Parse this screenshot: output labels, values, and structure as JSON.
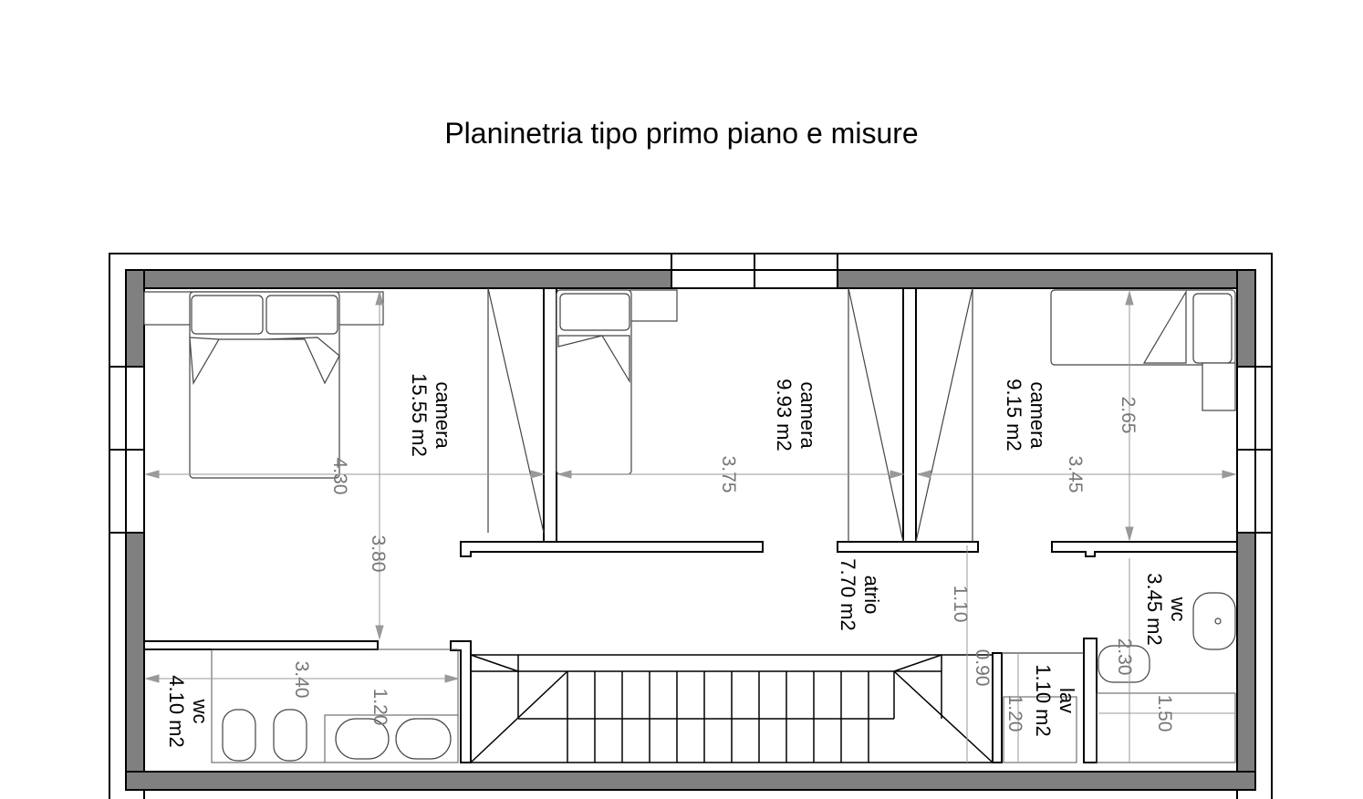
{
  "title": "Planinetria tipo primo piano e misure",
  "colors": {
    "wall_fill": "#808080",
    "line": "#000000",
    "dimension": "#999999"
  },
  "rooms": [
    {
      "name": "camera",
      "area": "15.55 m2"
    },
    {
      "name": "camera",
      "area": "9.93 m2"
    },
    {
      "name": "camera",
      "area": "9.15 m2"
    },
    {
      "name": "atrio",
      "area": "7.70 m2"
    },
    {
      "name": "wc",
      "area": "3.45 m2"
    },
    {
      "name": "lav",
      "area": "1.10 m2"
    },
    {
      "name": "wc",
      "area": "4.10 m2"
    }
  ],
  "dimensions": [
    "4.30",
    "3.80",
    "3.75",
    "3.45",
    "2.65",
    "1.10",
    "0.90",
    "1.20",
    "3.40",
    "1.20",
    "1.50",
    "2.30"
  ]
}
